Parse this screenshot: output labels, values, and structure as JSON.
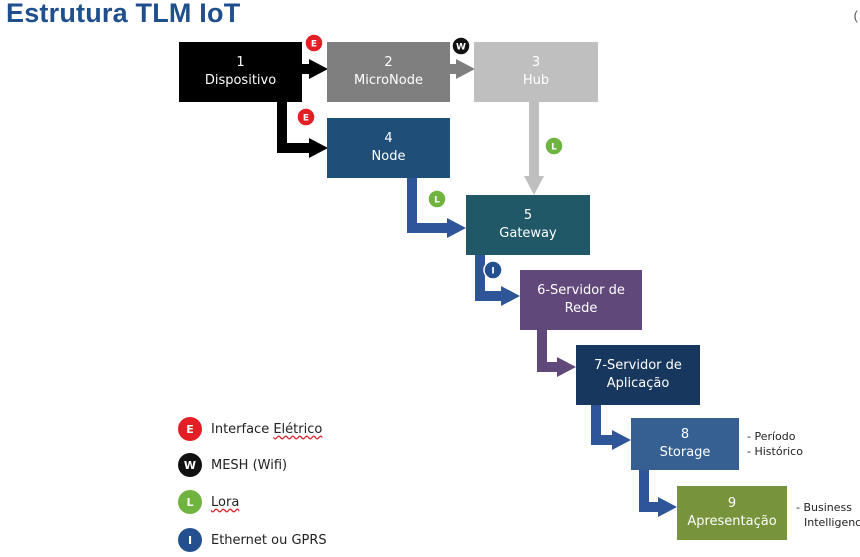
{
  "title": "Estrutura TLM IoT",
  "corner_mark": "(",
  "colors": {
    "eletrico": "#e31e24",
    "mesh": "#111111",
    "lora": "#6fb43f",
    "ethernet": "#24508f"
  },
  "nodes": [
    {
      "id": "dispositivo",
      "number": "1",
      "label": "Dispositivo",
      "fill": "#000000",
      "text_color": "#ffffff"
    },
    {
      "id": "micronode",
      "number": "2",
      "label": "MicroNode",
      "fill": "#7f7f7f",
      "text_color": "#ffffff"
    },
    {
      "id": "hub",
      "number": "3",
      "label": "Hub",
      "fill": "#bfbfbf",
      "text_color": "#ffffff"
    },
    {
      "id": "node",
      "number": "4",
      "label": "Node",
      "fill": "#1f4e79",
      "text_color": "#ffffff"
    },
    {
      "id": "gateway",
      "number": "5",
      "label": "Gateway",
      "fill": "#215868",
      "text_color": "#ffffff"
    },
    {
      "id": "servidor-rede",
      "line1": "6-Servidor de",
      "line2": "Rede",
      "fill": "#60497a",
      "text_color": "#ffffff"
    },
    {
      "id": "servidor-aplicacao",
      "line1": "7-Servidor de",
      "line2": "Aplicação",
      "fill": "#17375e",
      "text_color": "#ffffff"
    },
    {
      "id": "storage",
      "number": "8",
      "label": "Storage",
      "fill": "#366092",
      "text_color": "#ffffff"
    },
    {
      "id": "apresentacao",
      "number": "9",
      "label": "Apresentação",
      "fill": "#77933c",
      "text_color": "#ffffff"
    }
  ],
  "connections": [
    {
      "from": "dispositivo",
      "to": "micronode",
      "badge": "E",
      "color": "#000000"
    },
    {
      "from": "micronode",
      "to": "hub",
      "badge": "W",
      "color": "#7f7f7f"
    },
    {
      "from": "dispositivo",
      "to": "node",
      "badge": "E",
      "color": "#000000"
    },
    {
      "from": "hub",
      "to": "gateway",
      "badge": "L",
      "color": "#bfbfbf"
    },
    {
      "from": "node",
      "to": "gateway",
      "badge": "L",
      "color": "#2e5597"
    },
    {
      "from": "gateway",
      "to": "servidor-rede",
      "badge": "I",
      "color": "#2e5597"
    },
    {
      "from": "servidor-rede",
      "to": "servidor-aplicacao",
      "color": "#60497a"
    },
    {
      "from": "servidor-aplicacao",
      "to": "storage",
      "color": "#2e5597"
    },
    {
      "from": "storage",
      "to": "apresentacao",
      "color": "#2e5597"
    }
  ],
  "notes": {
    "storage": [
      "- Período",
      "- Histórico"
    ],
    "apresentacao": [
      "- Business",
      "Intelligence"
    ]
  },
  "legend": [
    {
      "letter": "E",
      "label": "Interface Elétrico",
      "color": "#e31e24",
      "text_color": "#ffffff",
      "emphasis": "Elétrico"
    },
    {
      "letter": "W",
      "label": "MESH (Wifi)",
      "color": "#111111",
      "text_color": "#ffffff"
    },
    {
      "letter": "L",
      "label": "Lora",
      "color": "#6fb43f",
      "text_color": "#ffffff",
      "emphasis": "Lora"
    },
    {
      "letter": "I",
      "label": "Ethernet ou GPRS",
      "color": "#24508f",
      "text_color": "#ffffff"
    }
  ]
}
